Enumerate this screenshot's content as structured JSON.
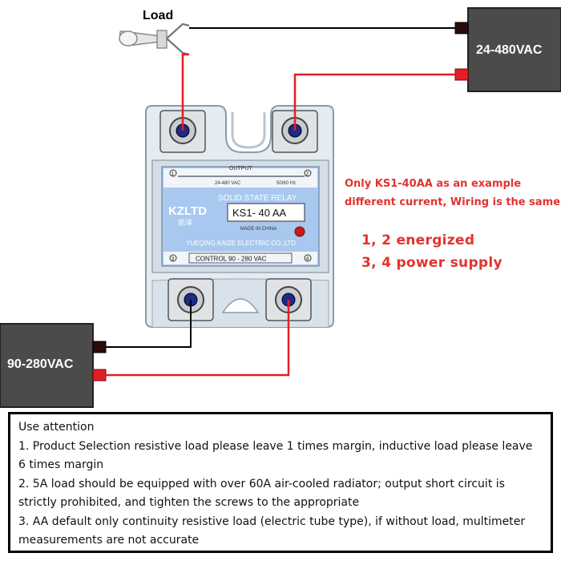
{
  "load_label": "Load",
  "supply_output": {
    "label": "24-480VAC",
    "color": "#4b4b4b"
  },
  "supply_control": {
    "label": "90-280VAC",
    "color": "#4b4b4b"
  },
  "wire_colors": {
    "negative": "#000000",
    "positive": "#e41e26"
  },
  "relay": {
    "brand": "KZLTD",
    "brand_sub": "凯泽",
    "title": "SOLID STATE RELAY",
    "model": "KS1-  40  AA",
    "output_label": "OUTPUT",
    "output_voltage": "24-480 VAC",
    "frequency": "50/60 Hz",
    "made_in": "MADE IN CHINA",
    "maker": "YUEQING KAIZE ELECTRIC CO.,LTD",
    "control_label": "CONTROL  90 - 280 VAC",
    "terminals": [
      "1",
      "2",
      "3",
      "4"
    ],
    "label_color": "#a9c8ef",
    "status_led_color": "#c91a1a"
  },
  "notes": {
    "example_line1": "Only KS1-40AA as an example",
    "example_line2": "different current, Wiring is the same",
    "legend_line1": "1, 2  energized",
    "legend_line2": "3, 4  power supply",
    "color": "#e2332e"
  },
  "attention": {
    "title": "Use attention",
    "items": [
      "1. Product Selection resistive load please leave 1 times margin, inductive load please leave",
      "6 times margin",
      "2. 5A load should be equipped with over 60A air-cooled radiator; output short circuit is",
      "strictly prohibited, and tighten the screws to the appropriate",
      "3. AA default only continuity resistive load (electric tube type), if without load, multimeter",
      "measurements are not accurate"
    ]
  }
}
